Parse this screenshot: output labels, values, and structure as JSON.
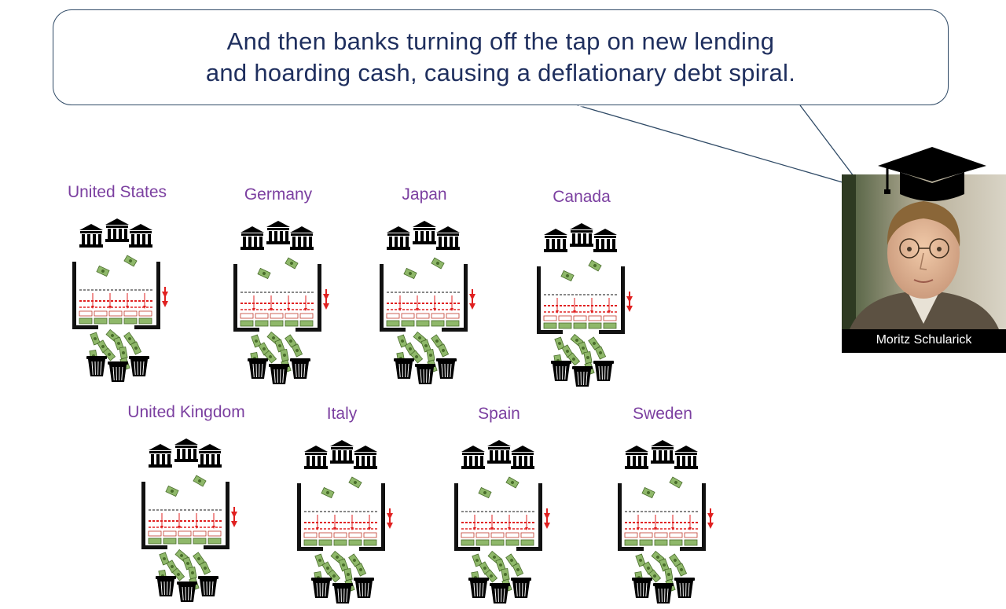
{
  "speech": {
    "line1": "And then banks turning off the tap on new lending",
    "line2": "and hoarding cash, causing a deflationary debt spiral."
  },
  "countries": [
    {
      "id": "us",
      "label": "United States"
    },
    {
      "id": "de",
      "label": "Germany"
    },
    {
      "id": "jp",
      "label": "Japan"
    },
    {
      "id": "ca",
      "label": "Canada"
    },
    {
      "id": "uk",
      "label": "United Kingdom"
    },
    {
      "id": "it",
      "label": "Italy"
    },
    {
      "id": "es",
      "label": "Spain"
    },
    {
      "id": "se",
      "label": "Sweden"
    }
  ],
  "speaker": {
    "name": "Moritz Schularick"
  },
  "colors": {
    "label": "#7b3fa0",
    "text": "#1f2f5e",
    "arrow": "#e02020",
    "cash": "#8fb86a",
    "vessel": "#111111"
  }
}
